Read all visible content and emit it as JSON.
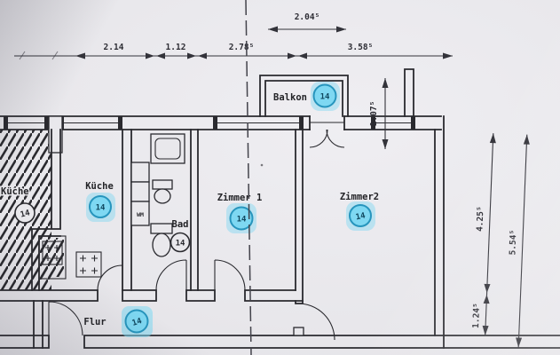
{
  "plan": {
    "type": "apartment-floor-plan",
    "rooms": {
      "kueche": {
        "label": "Küche",
        "unit": "14",
        "highlighted": true
      },
      "bad": {
        "label": "Bad",
        "unit": "14",
        "highlighted": false
      },
      "zimmer1": {
        "label": "Zimmer 1",
        "unit": "14",
        "highlighted": true
      },
      "zimmer2": {
        "label": "Zimmer2",
        "unit": "14",
        "highlighted": true
      },
      "balkon": {
        "label": "Balkon",
        "unit": "14",
        "highlighted": true
      },
      "flur": {
        "label": "Flur",
        "unit": "14",
        "highlighted": true
      },
      "neighbor_kueche": {
        "label": "Küche",
        "unit": "14",
        "highlighted": false
      }
    },
    "fixtures": {
      "washing_machine_label": "WM"
    },
    "dimensions": {
      "top": {
        "d1": "2.14",
        "d2": "1.12",
        "d3": "2.78⁵",
        "d4": "3.58⁵"
      },
      "balcony_width": "2.04⁵",
      "balcony_side": "1.07⁵",
      "right_upper": "4.25⁵",
      "right_lower": "1.24⁵",
      "right_total": "5.54⁵"
    },
    "colors": {
      "highlight_fill": "#7ed8f2",
      "highlight_stroke": "#2795bd",
      "ink": "#2a2a2f",
      "paper": "#e8e7eb"
    }
  }
}
